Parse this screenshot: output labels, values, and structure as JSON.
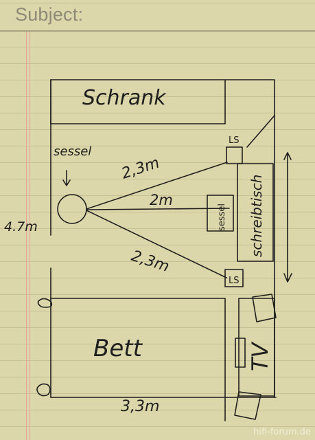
{
  "header": {
    "subject_label": "Subject:"
  },
  "sketch": {
    "wardrobe": "Schrank",
    "armchair": "sessel",
    "armchair_center": "sessel",
    "desk": "schreibtisch",
    "bed": "Bett",
    "tv": "TV",
    "speaker_top": "LS",
    "speaker_bottom": "LS",
    "dist_top": "2,3m",
    "dist_middle": "2m",
    "dist_bottom": "2,3m",
    "room_length": "4.7m",
    "room_width": "3,3m"
  },
  "watermark": "hifi-forum.de",
  "colors": {
    "paper": "#dcd7aa",
    "ink": "#1e1e1e",
    "margin": "#e7a2a1"
  }
}
